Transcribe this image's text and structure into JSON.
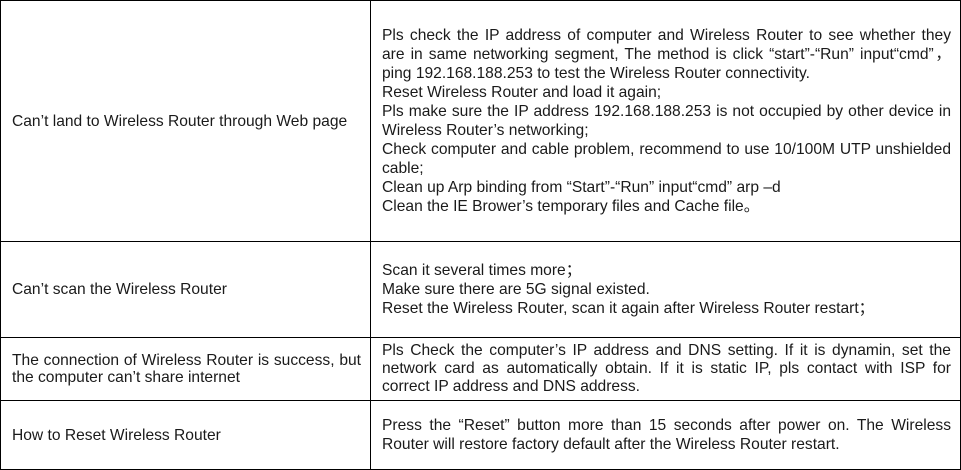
{
  "rows": [
    {
      "question": "Can’t land to Wireless Router through Web page",
      "answers": [
        "Pls check the IP address of computer and Wireless Router to see whether they are in same networking segment, The method is click “start”-“Run” input“cmd”，ping 192.168.188.253 to test the Wireless Router connectivity.",
        "Reset Wireless Router and load it again;",
        "Pls make sure the IP address 192.168.188.253 is not occupied by other device in Wireless Router’s networking;",
        "Check computer and cable problem, recommend to use 10/100M UTP unshielded cable;",
        "Clean up Arp binding from “Start”-“Run” input“cmd” arp –d",
        "Clean the IE Brower’s temporary files and Cache file。"
      ]
    },
    {
      "question": "Can’t scan the Wireless Router",
      "answers": [
        "Scan it several times more；",
        "Make sure there are 5G signal existed.",
        "Reset the Wireless Router, scan it again after Wireless Router restart；"
      ]
    },
    {
      "question": "The connection of Wireless Router is success, but the computer can’t share internet",
      "answers": [
        "Pls Check the computer’s IP address and DNS setting. If it is dynamin, set the network card as automatically obtain. If it is static IP, pls contact with ISP for correct IP address and DNS address."
      ]
    },
    {
      "question": "How to Reset Wireless Router",
      "answers": [
        "Press the “Reset” button more than 15 seconds after power on. The Wireless Router will restore factory default after the Wireless Router restart."
      ]
    }
  ]
}
